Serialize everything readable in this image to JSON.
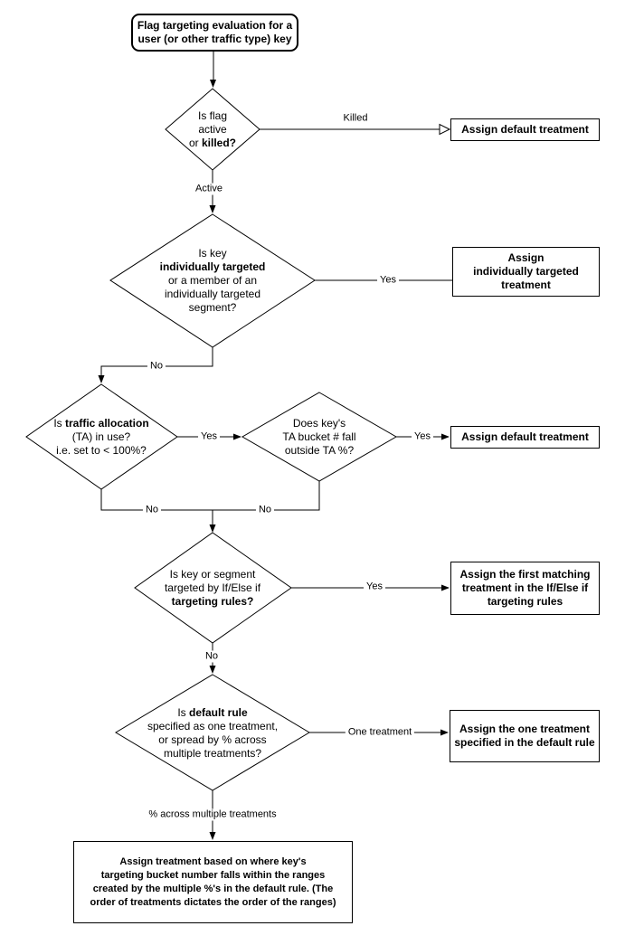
{
  "colors": {
    "stroke": "#000000",
    "fill": "#ffffff",
    "text": "#000000"
  },
  "nodes": {
    "start": {
      "lines": [
        [
          {
            "t": "Flag targeting evaluation for a",
            "b": true
          }
        ],
        [
          {
            "t": "user (or other traffic type) key",
            "b": true
          }
        ]
      ]
    },
    "flag_active": {
      "lines": [
        [
          {
            "t": "Is flag",
            "b": false
          }
        ],
        [
          {
            "t": "active",
            "b": false
          }
        ],
        [
          {
            "t": "or ",
            "b": false
          },
          {
            "t": "killed?",
            "b": true
          }
        ]
      ]
    },
    "assign_default_1": {
      "lines": [
        [
          {
            "t": "Assign default treatment",
            "b": true
          }
        ]
      ]
    },
    "individually_targeted": {
      "lines": [
        [
          {
            "t": "Is key",
            "b": false
          }
        ],
        [
          {
            "t": "individually targeted",
            "b": true
          }
        ],
        [
          {
            "t": "or a member of an",
            "b": false
          }
        ],
        [
          {
            "t": "individually targeted",
            "b": false
          }
        ],
        [
          {
            "t": "segment?",
            "b": false
          }
        ]
      ]
    },
    "assign_individual": {
      "lines": [
        [
          {
            "t": "Assign",
            "b": true
          }
        ],
        [
          {
            "t": "individually targeted",
            "b": true
          }
        ],
        [
          {
            "t": "treatment",
            "b": true
          }
        ]
      ]
    },
    "traffic_allocation": {
      "lines": [
        [
          {
            "t": "Is ",
            "b": false
          },
          {
            "t": "traffic allocation",
            "b": true
          }
        ],
        [
          {
            "t": "(TA) in use?",
            "b": false
          }
        ],
        [
          {
            "t": "i.e. set to < 100%?",
            "b": false
          }
        ]
      ]
    },
    "ta_bucket": {
      "lines": [
        [
          {
            "t": "Does key's",
            "b": false
          }
        ],
        [
          {
            "t": "TA bucket # fall",
            "b": false
          }
        ],
        [
          {
            "t": "outside TA %?",
            "b": false
          }
        ]
      ]
    },
    "assign_default_2": {
      "lines": [
        [
          {
            "t": "Assign default treatment",
            "b": true
          }
        ]
      ]
    },
    "targeting_rules": {
      "lines": [
        [
          {
            "t": "Is key or segment",
            "b": false
          }
        ],
        [
          {
            "t": "targeted by If/Else if",
            "b": false
          }
        ],
        [
          {
            "t": "targeting rules?",
            "b": true
          }
        ]
      ]
    },
    "assign_first_matching": {
      "lines": [
        [
          {
            "t": "Assign the first matching",
            "b": true
          }
        ],
        [
          {
            "t": "treatment in the If/Else if",
            "b": true
          }
        ],
        [
          {
            "t": "targeting rules",
            "b": true
          }
        ]
      ]
    },
    "default_rule": {
      "lines": [
        [
          {
            "t": "Is ",
            "b": false
          },
          {
            "t": "default rule",
            "b": true
          }
        ],
        [
          {
            "t": "specified as one treatment,",
            "b": false
          }
        ],
        [
          {
            "t": "or spread by % across",
            "b": false
          }
        ],
        [
          {
            "t": "multiple treatments?",
            "b": false
          }
        ]
      ]
    },
    "assign_one_treatment": {
      "lines": [
        [
          {
            "t": "Assign the one treatment",
            "b": true
          }
        ],
        [
          {
            "t": "specified in the default rule",
            "b": true
          }
        ]
      ]
    },
    "assign_by_ranges": {
      "lines": [
        [
          {
            "t": "Assign treatment based on where key's",
            "b": true
          }
        ],
        [
          {
            "t": "targeting bucket number falls within the ranges",
            "b": true
          }
        ],
        [
          {
            "t": "created by the multiple %'s in the default rule. (The",
            "b": true
          }
        ],
        [
          {
            "t": "order of treatments dictates the order of the ranges)",
            "b": true
          }
        ]
      ]
    }
  },
  "edges": {
    "killed": "Killed",
    "active": "Active",
    "yes_individually_targeted": "Yes",
    "no_individually_targeted": "No",
    "yes_traffic_allocation": "Yes",
    "yes_outside_ta": "Yes",
    "no_traffic_allocation": "No",
    "no_outside_ta": "No",
    "yes_targeting_rules": "Yes",
    "no_targeting_rules": "No",
    "one_treatment": "One treatment",
    "pct_across_multiple": "% across multiple treatments"
  }
}
